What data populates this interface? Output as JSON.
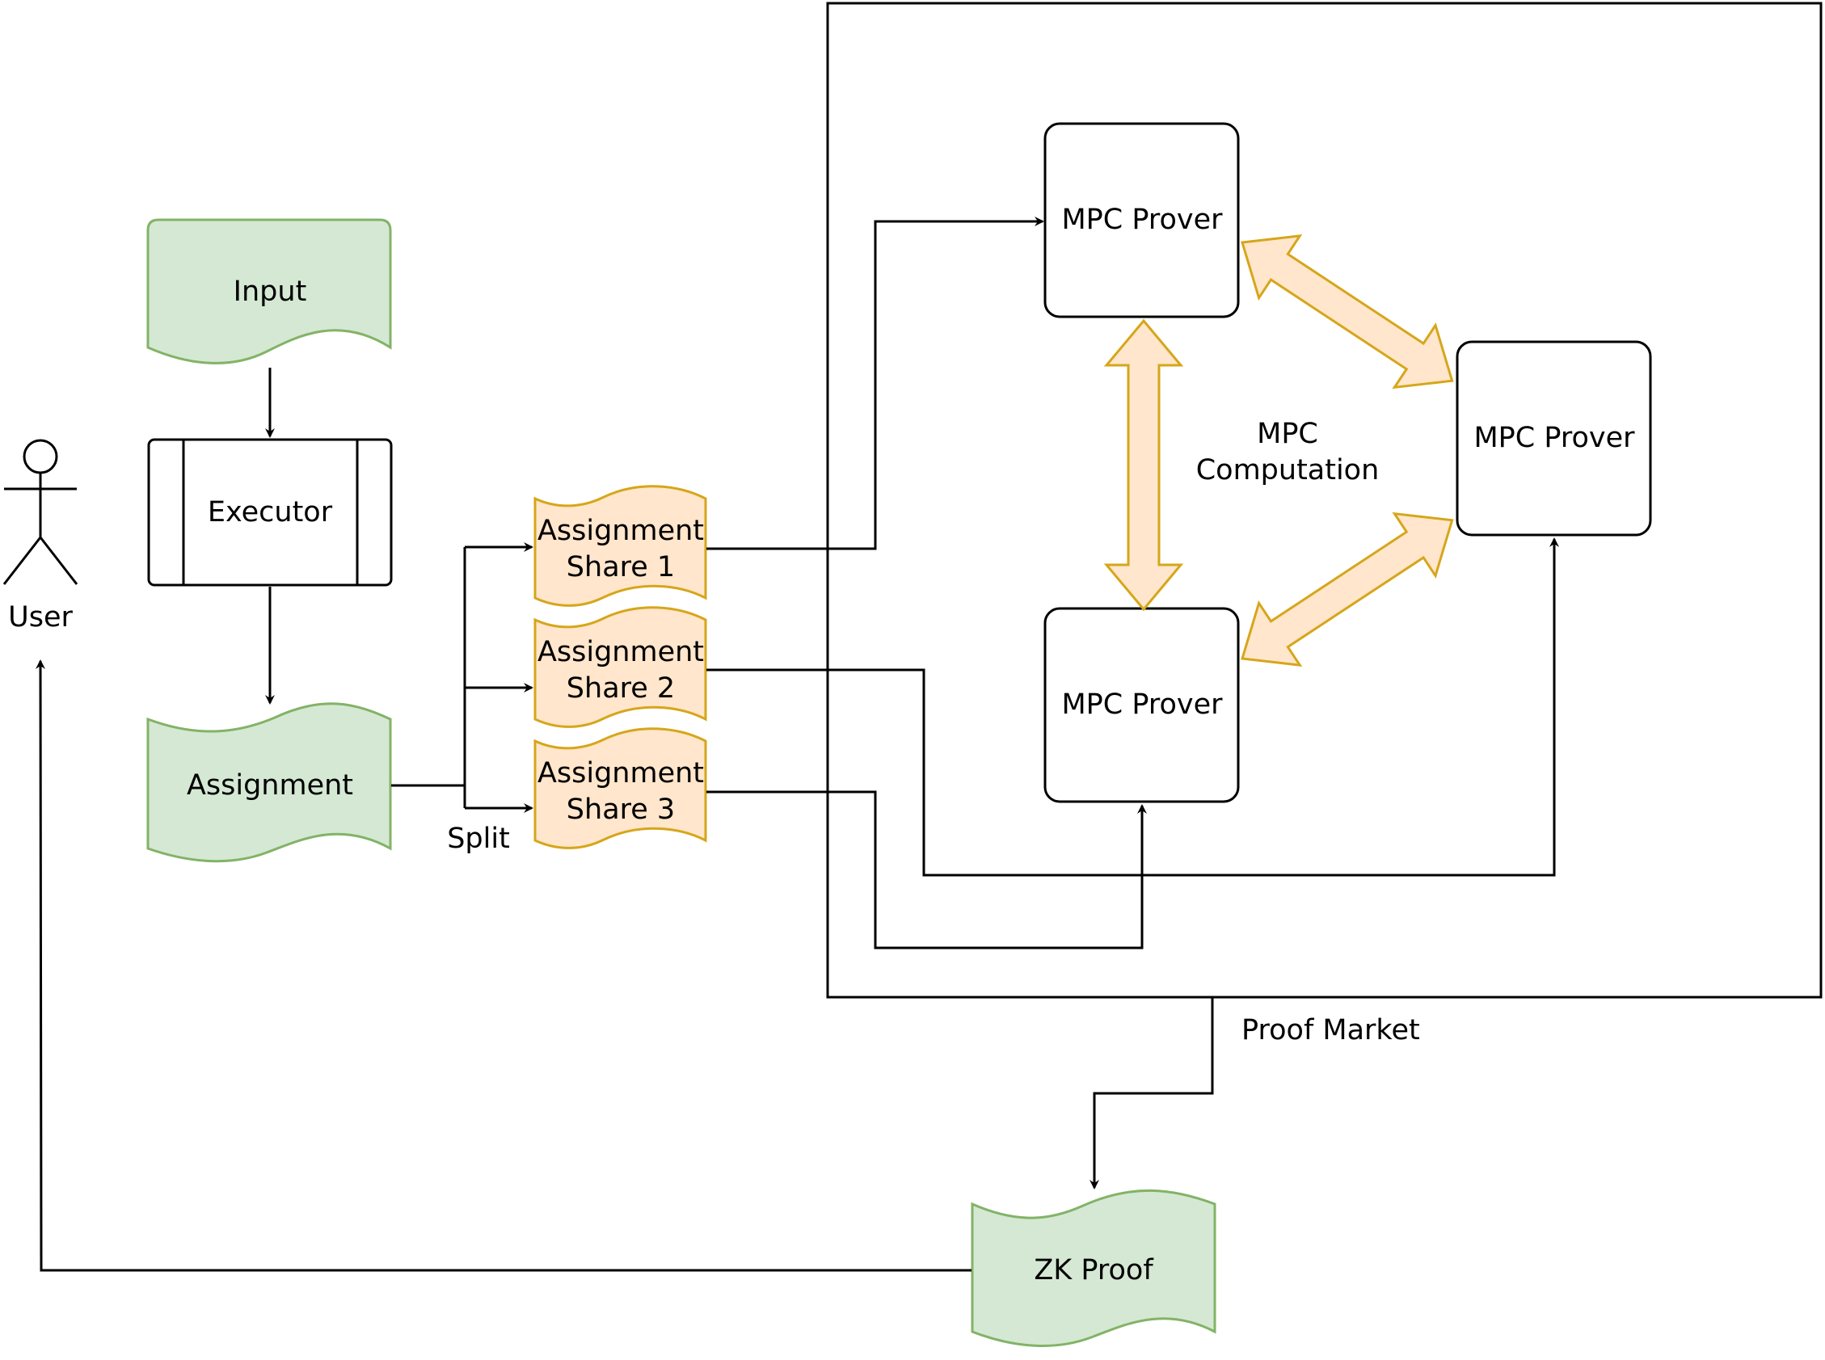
{
  "nodes": {
    "input": "Input",
    "executor": "Executor",
    "assignment": "Assignment",
    "share1": [
      "Assignment",
      "Share 1"
    ],
    "share2": [
      "Assignment",
      "Share 2"
    ],
    "share3": [
      "Assignment",
      "Share 3"
    ],
    "prover_top": "MPC Prover",
    "prover_right": "MPC Prover",
    "prover_bottom": "MPC Prover",
    "mpc_computation": [
      "MPC",
      "Computation"
    ],
    "zk_proof": "ZK Proof",
    "user": "User"
  },
  "edge_labels": {
    "split": "Split",
    "proof_market": "Proof Market"
  },
  "colors": {
    "green_fill": "#d5e8d4",
    "green_stroke": "#82b366",
    "orange_fill": "#ffe6cc",
    "orange_stroke": "#d6a61a"
  }
}
